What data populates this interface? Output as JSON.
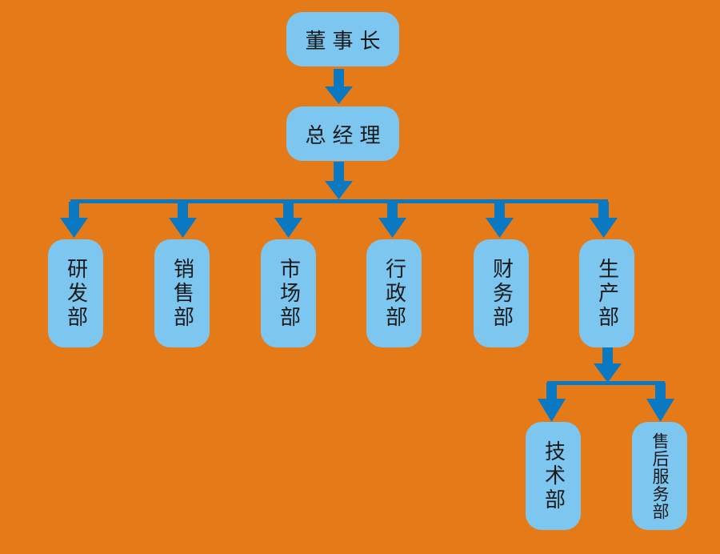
{
  "colors": {
    "background": "#e57a18",
    "node_fill": "#7cc6f0",
    "connector": "#0a79c2",
    "text": "#1a1a1a"
  },
  "chart": {
    "root": {
      "label": "董事长"
    },
    "gm": {
      "label": "总经理"
    },
    "departments": [
      {
        "label": "研发部"
      },
      {
        "label": "销售部"
      },
      {
        "label": "市场部"
      },
      {
        "label": "行政部"
      },
      {
        "label": "财务部"
      },
      {
        "label": "生产部"
      }
    ],
    "production_subunits": [
      {
        "label": "技术部"
      },
      {
        "label": "售后服务部"
      }
    ]
  }
}
